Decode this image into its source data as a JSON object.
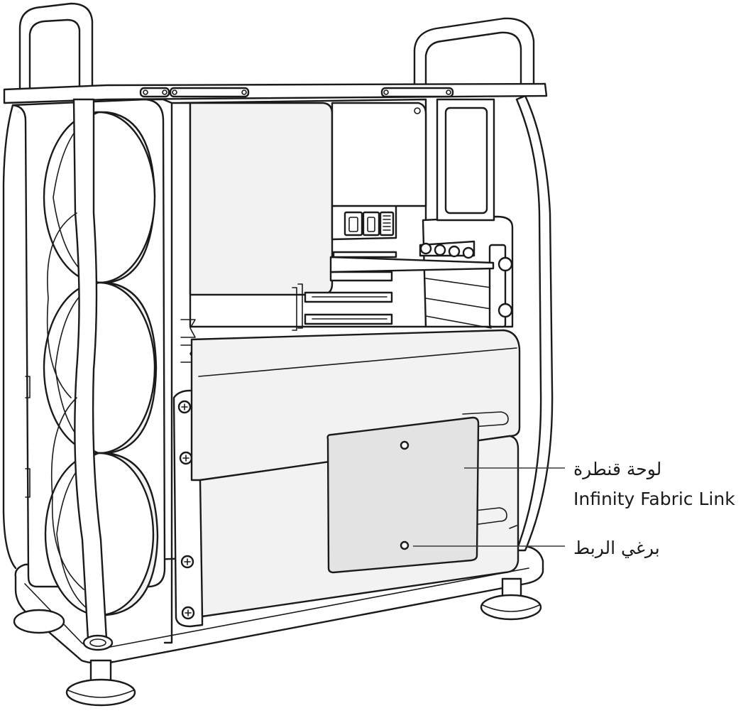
{
  "callouts": {
    "bridge_ar": "لوحة قنطرة",
    "bridge_en": "Infinity Fabric Link",
    "screw_ar": "برغي الربط"
  },
  "colors": {
    "stroke": "#1a1a1a",
    "panel_fill": "#e3e3e3",
    "module_fill": "#f2f2f2",
    "background": "#ffffff"
  }
}
